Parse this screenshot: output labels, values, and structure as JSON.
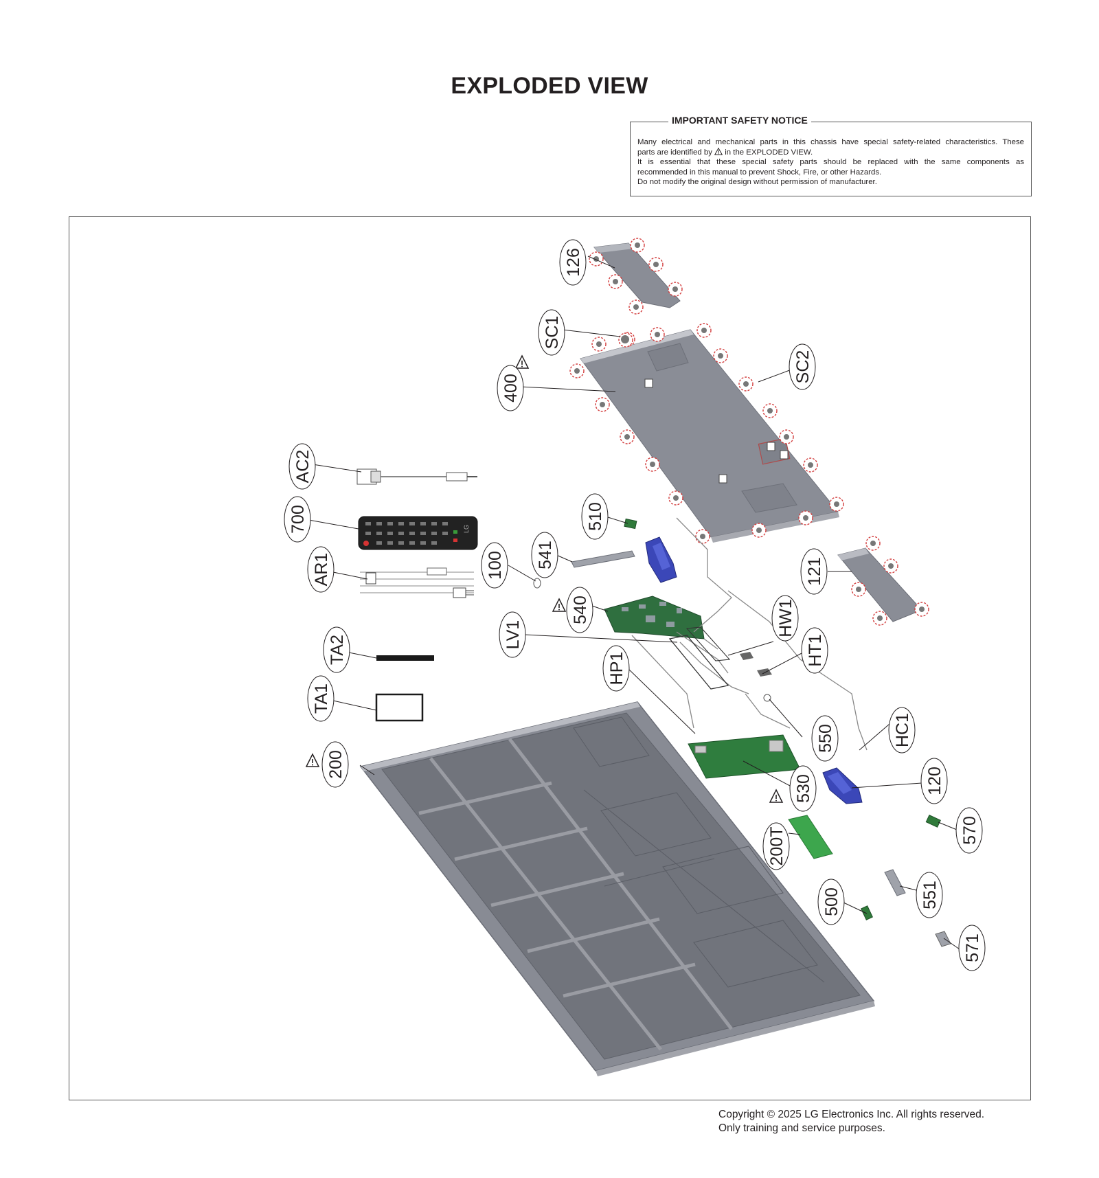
{
  "title": "EXPLODED VIEW",
  "notice": {
    "title": "IMPORTANT SAFETY NOTICE",
    "line1": "Many electrical and mechanical parts in this chassis have special safety-related characteristics. These",
    "line2a": "parts are identified by",
    "line2b": "in the EXPLODED VIEW.",
    "line3": "It is essential that these special safety parts should be replaced with the same components as",
    "line4": "recommended in this manual to prevent Shock, Fire, or other Hazards.",
    "line5": "Do not modify the original design without permission of manufacturer."
  },
  "parts": {
    "p126": "126",
    "sc1": "SC1",
    "p400": "400",
    "sc2": "SC2",
    "ac2": "AC2",
    "p700": "700",
    "p510": "510",
    "p541": "541",
    "p100": "100",
    "ar1": "AR1",
    "p121": "121",
    "p540": "540",
    "hw1": "HW1",
    "lv1": "LV1",
    "ht1": "HT1",
    "ta2": "TA2",
    "hp1": "HP1",
    "ta1": "TA1",
    "p550": "550",
    "hc1": "HC1",
    "p200": "200",
    "p530": "530",
    "p120": "120",
    "p200t": "200T",
    "p570": "570",
    "p551": "551",
    "p500": "500",
    "p571": "571"
  },
  "remote_brand": "LG",
  "footer": {
    "line1": "Copyright © 2025 LG Electronics Inc. All rights reserved.",
    "line2": "Only training and service purposes."
  }
}
